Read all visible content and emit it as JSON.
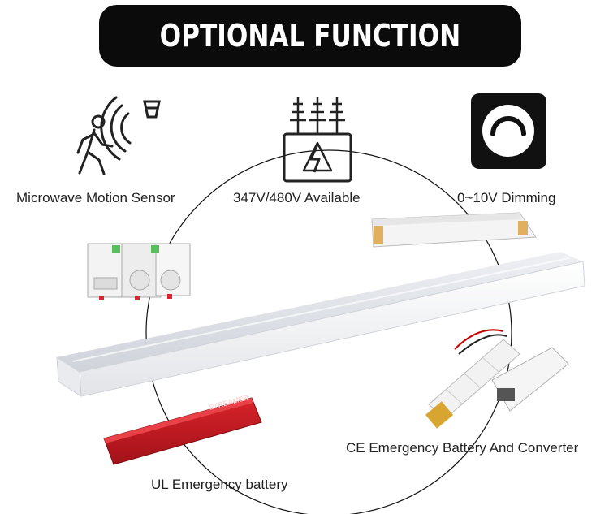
{
  "title": "OPTIONAL FUNCTION",
  "features": {
    "motion_sensor": "Microwave Motion Sensor",
    "voltage": "347V/480V Available",
    "dimming": "0~10V Dimming",
    "ce_emergency": "CE Emergency Battery And Converter",
    "ul_emergency": "UL Emergency battery"
  },
  "product_text": {
    "driver_brand": "STREAMER"
  },
  "colors": {
    "title_bg": "#0b0b0b",
    "title_text": "#ffffff",
    "ul_battery": "#c4161c",
    "ce_battery": "#f2f2f2"
  },
  "icons": [
    "walking-person-icon",
    "microwave-wave-icon",
    "transformer-icon",
    "dimmer-knob-icon"
  ]
}
